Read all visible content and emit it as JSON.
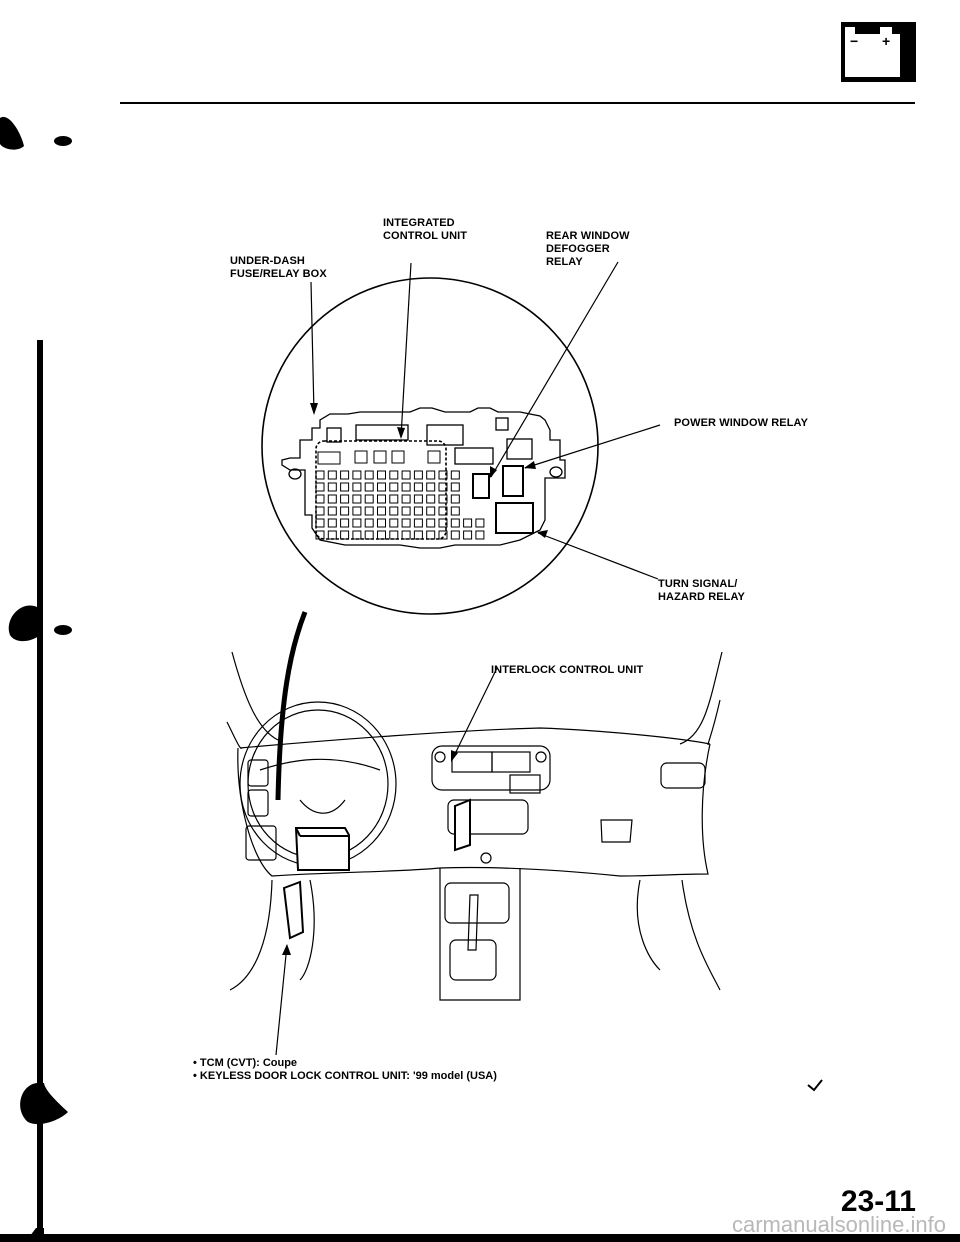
{
  "header": {
    "icon": "battery-icon",
    "icon_minus": "−",
    "icon_plus": "+"
  },
  "callouts": {
    "integrated_control_unit": "INTEGRATED\nCONTROL UNIT",
    "rear_window_defogger_relay": "REAR WINDOW\nDEFOGGER\nRELAY",
    "under_dash_fuse_relay_box": "UNDER-DASH\nFUSE/RELAY BOX",
    "power_window_relay": "POWER WINDOW RELAY",
    "turn_signal_hazard_relay": "TURN SIGNAL/\nHAZARD RELAY",
    "interlock_control_unit": "INTERLOCK CONTROL UNIT"
  },
  "notes": [
    "• TCM (CVT): Coupe",
    "• KEYLESS DOOR LOCK CONTROL UNIT: '99 model (USA)"
  ],
  "footer": {
    "page_number": "23-11",
    "watermark": "carmanualsonline.info"
  }
}
